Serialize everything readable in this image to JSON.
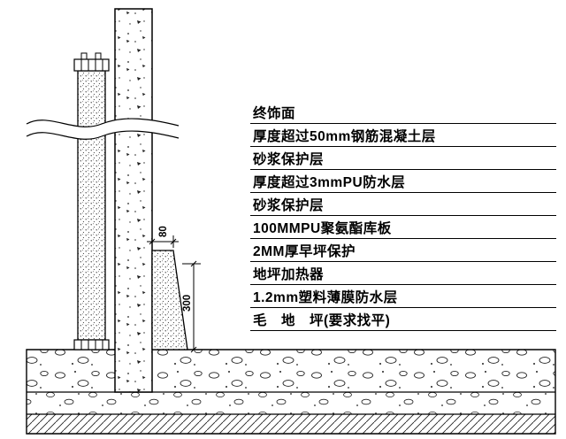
{
  "layers": {
    "items": [
      {
        "label": "终饰面"
      },
      {
        "label": "厚度超过50mm钢筋混凝土层"
      },
      {
        "label": "砂浆保护层"
      },
      {
        "label": "厚度超过3mmPU防水层"
      },
      {
        "label": "砂浆保护层"
      },
      {
        "label": "100MMPU聚氨酯库板"
      },
      {
        "label": "2MM厚早坪保护"
      },
      {
        "label": "地坪加热器"
      },
      {
        "label": "1.2mm塑料薄膜防水层"
      },
      {
        "label": "毛　地　坪(要求找平)"
      }
    ]
  },
  "drawing": {
    "dimensions": {
      "kerb_width": "80",
      "kerb_height": "300"
    }
  },
  "colors": {
    "line": "#000000",
    "background": "#ffffff"
  }
}
